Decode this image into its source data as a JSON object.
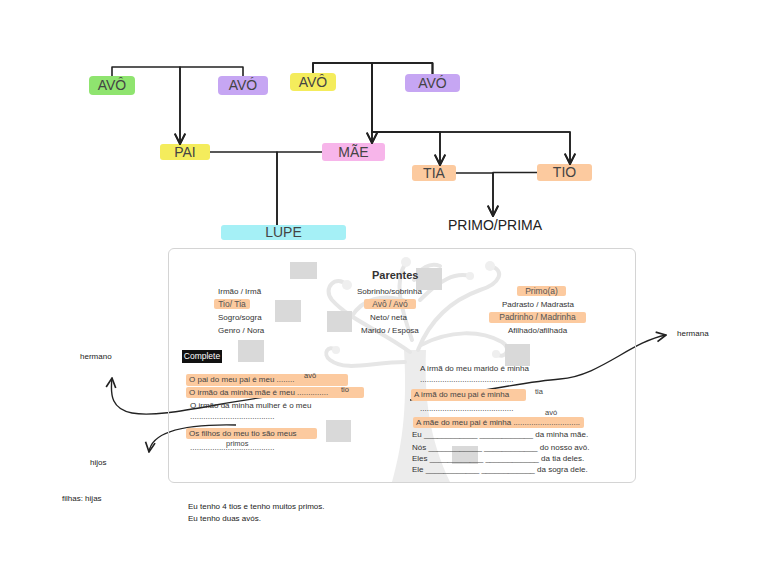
{
  "diagram": {
    "nodes": [
      {
        "text": [
          "AVÔ"
        ]
      },
      {
        "text": [
          "AVÓ"
        ]
      },
      {
        "text": [
          "AVÔ"
        ]
      },
      {
        "text": [
          "AVÓ"
        ]
      },
      {
        "text": [
          "PAI"
        ]
      },
      {
        "text": [
          "MÃE"
        ]
      },
      {
        "text": [
          "TIA"
        ]
      },
      {
        "text": [
          "TIO"
        ]
      },
      {
        "text": [
          "LUPE"
        ]
      },
      {
        "text": [
          "PRIMO/PRIMA"
        ]
      },
      {
        "text": [
          "Parentes",
          "Irmão / Irmã",
          "Sobrinho/sobrinha",
          "Sogro/sogra",
          "Neto/ neta",
          "Genro / Nora",
          "Marido / Esposa",
          "Padrasto / Madrasta",
          "Afilhado/afilhada",
          "O irmão da minha mulher é o meu",
          "......................................",
          "......................................",
          "A irmã do meu marido é minha",
          "..........................................",
          "..........................................",
          "Eu ____________ ____________ da minha mãe.",
          "Nós ____________ ____________ do nosso avô.",
          "Eles ____________ ____________ da tia deles.",
          "Ele ____________ ____________ da sogra dele."
        ]
      },
      {
        "text": [
          "Tio/ Tia"
        ],
        "in": 10
      },
      {
        "text": [
          "Avô / Avó"
        ],
        "in": 10
      },
      {
        "text": [
          "Primo(a)"
        ],
        "in": 10
      },
      {
        "text": [
          "Padrinho / Madrinha"
        ],
        "in": 10
      },
      {
        "text": [
          "Complete"
        ],
        "in": 10
      },
      {
        "text": [
          "O pai do meu pai é meu ........",
          "avô"
        ],
        "in": 10
      },
      {
        "text": [
          "O irmão da minha mãe é meu ..............",
          "tio"
        ],
        "in": 10
      },
      {
        "text": [
          "Os filhos do meu tio são meus",
          "primos"
        ],
        "in": 10
      },
      {
        "text": [
          "A irmã do meu pai é minha",
          "tia"
        ],
        "in": 10
      },
      {
        "text": [
          "A mãe do meu pai é minha ..............................",
          "avó"
        ],
        "in": 10
      }
    ],
    "edges": [
      {
        "from": 0,
        "to": 4,
        "arrow": "to"
      },
      {
        "from": 1,
        "to": 4,
        "arrow": "to"
      },
      {
        "from": 2,
        "to": 5,
        "arrow": "to"
      },
      {
        "from": 3,
        "to": 5,
        "arrow": "to"
      },
      {
        "from": 2,
        "to": 6,
        "arrow": "to"
      },
      {
        "from": 3,
        "to": 6,
        "arrow": "to"
      },
      {
        "from": 2,
        "to": 7,
        "arrow": "to"
      },
      {
        "from": 3,
        "to": 7,
        "arrow": "to"
      },
      {
        "from": 4,
        "to": 8,
        "arrow": "none"
      },
      {
        "from": 5,
        "to": 8,
        "arrow": "none"
      },
      {
        "from": 6,
        "to": 9,
        "arrow": "to"
      },
      {
        "from": 7,
        "to": 9,
        "arrow": "to"
      }
    ],
    "labels": [
      "hermano",
      "hijos",
      "hermana",
      "filhas: hijas",
      "Eu tenho 4 tios e tenho muitos primos.",
      "Eu tenho duas avós."
    ]
  }
}
